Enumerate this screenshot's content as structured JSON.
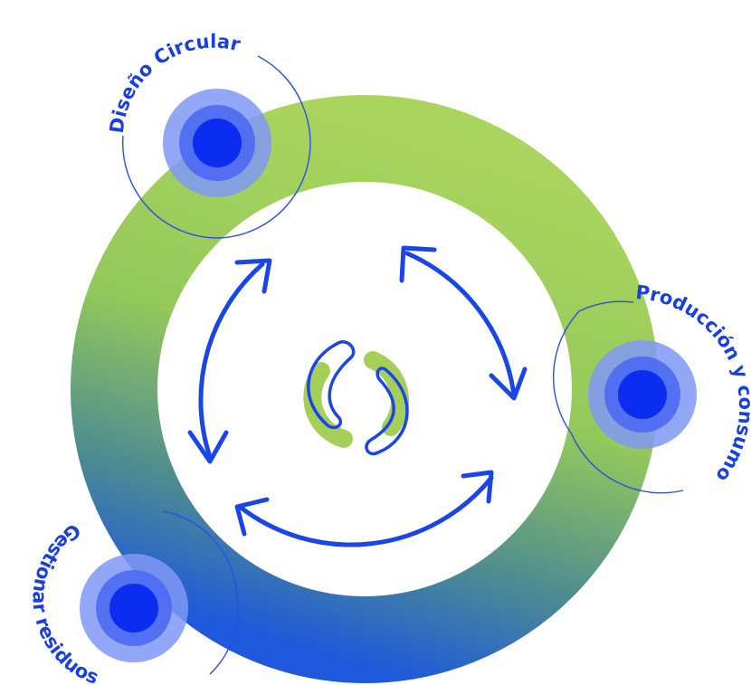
{
  "diagram": {
    "nodes": [
      {
        "id": "design",
        "label": "Diseño Circular"
      },
      {
        "id": "production",
        "label": "Producción y consumo"
      },
      {
        "id": "waste",
        "label": "Gestionar residuos"
      }
    ],
    "colors": {
      "ring_green": "#a6d45c",
      "ring_blue": "#1f5be0",
      "accent_blue": "#0a2df0",
      "halo_blue": "#7b97f7",
      "halo_inner": "#3c62f0",
      "center_green": "#a6cf5a",
      "arc_blue": "#1a46e6"
    }
  }
}
